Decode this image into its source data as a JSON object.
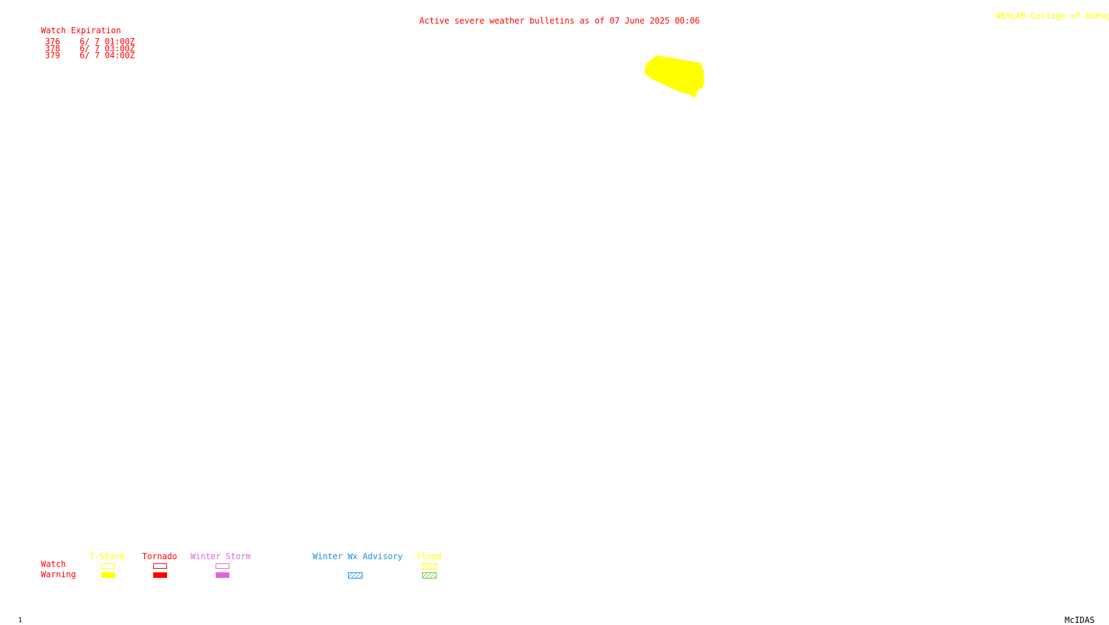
{
  "credit": "NEXLAB-College of DuPage",
  "credit_glyph": "R",
  "title": "Active severe weather bulletins as of 07 June 2025 00:06",
  "watch_table": {
    "header": "Watch Expiration",
    "rows": [
      {
        "watch": "376",
        "expiration": "6/ 7 01:00Z"
      },
      {
        "watch": "378",
        "expiration": "6/ 7 03:00Z"
      },
      {
        "watch": "379",
        "expiration": "6/ 7 04:00Z"
      }
    ]
  },
  "map": {
    "active_areas": [
      {
        "type": "T-Storm Watch",
        "color": "#ffff00"
      }
    ]
  },
  "legend": {
    "row_labels": {
      "watch": "Watch",
      "warning": "Warning"
    },
    "columns": [
      {
        "label": "T-Storm",
        "color": "#ffff00"
      },
      {
        "label": "Tornado",
        "color": "#ff0000"
      },
      {
        "label": "Winter Storm",
        "color": "#dd66dd"
      },
      {
        "label": "Winter Wx Advisory",
        "color": "#1e8ee0"
      },
      {
        "label": "Flood",
        "color": "#ffff00",
        "warning_color": "#66cc33"
      }
    ]
  },
  "footer": {
    "frame": "1",
    "software": "McIDAS"
  }
}
